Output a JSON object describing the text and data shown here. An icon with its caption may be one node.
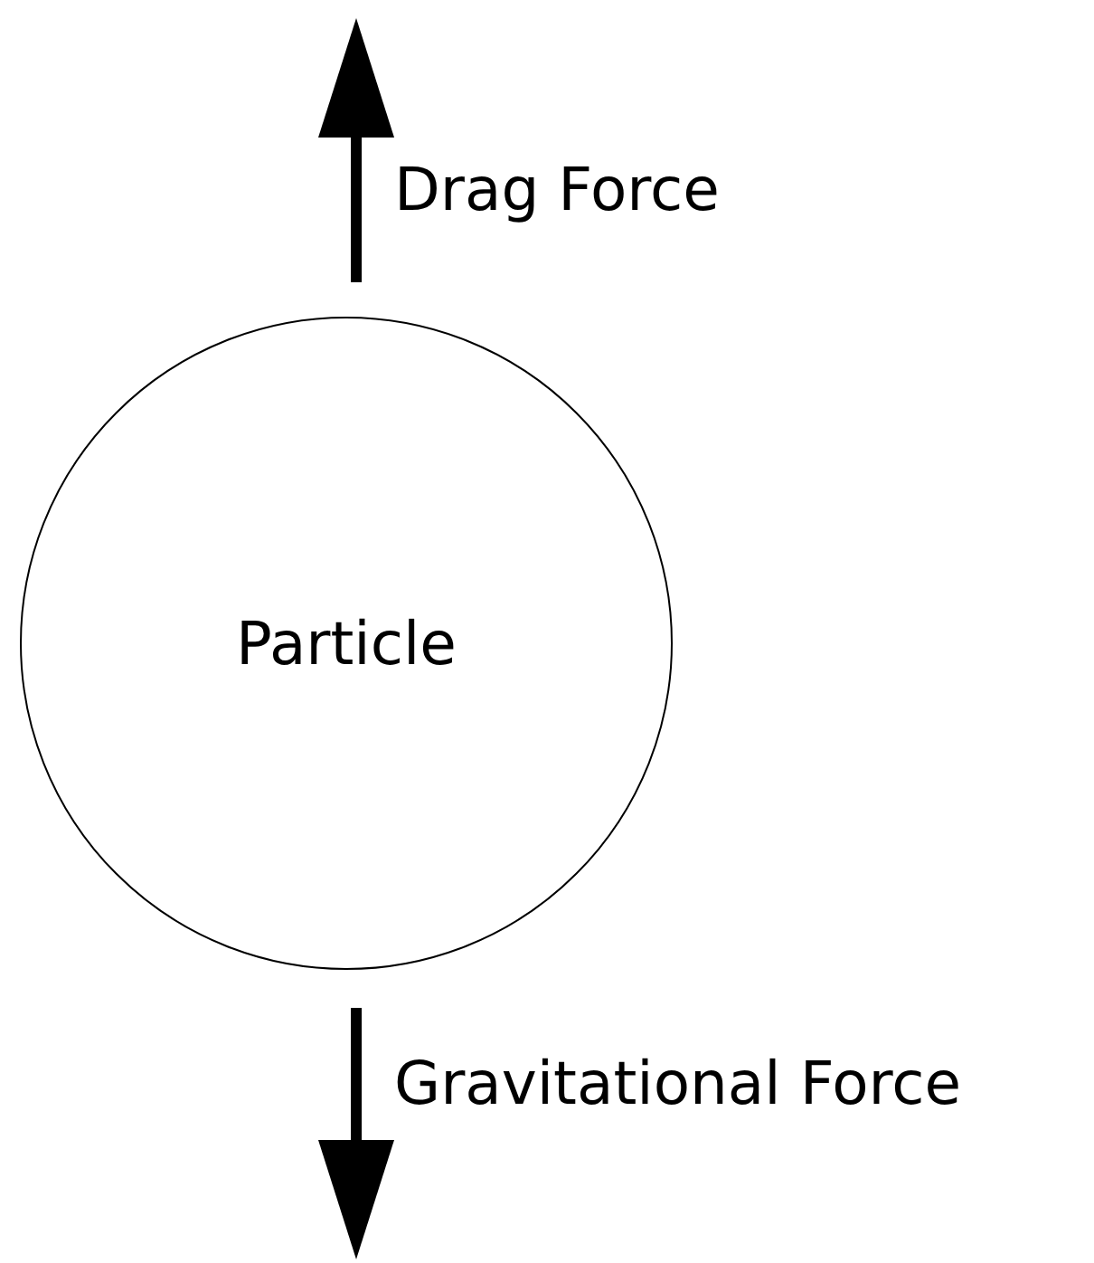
{
  "diagram": {
    "nodes": [
      {
        "text": [
          "Particle"
        ]
      }
    ],
    "labels": [
      "Drag Force",
      "Gravitational Force"
    ]
  }
}
